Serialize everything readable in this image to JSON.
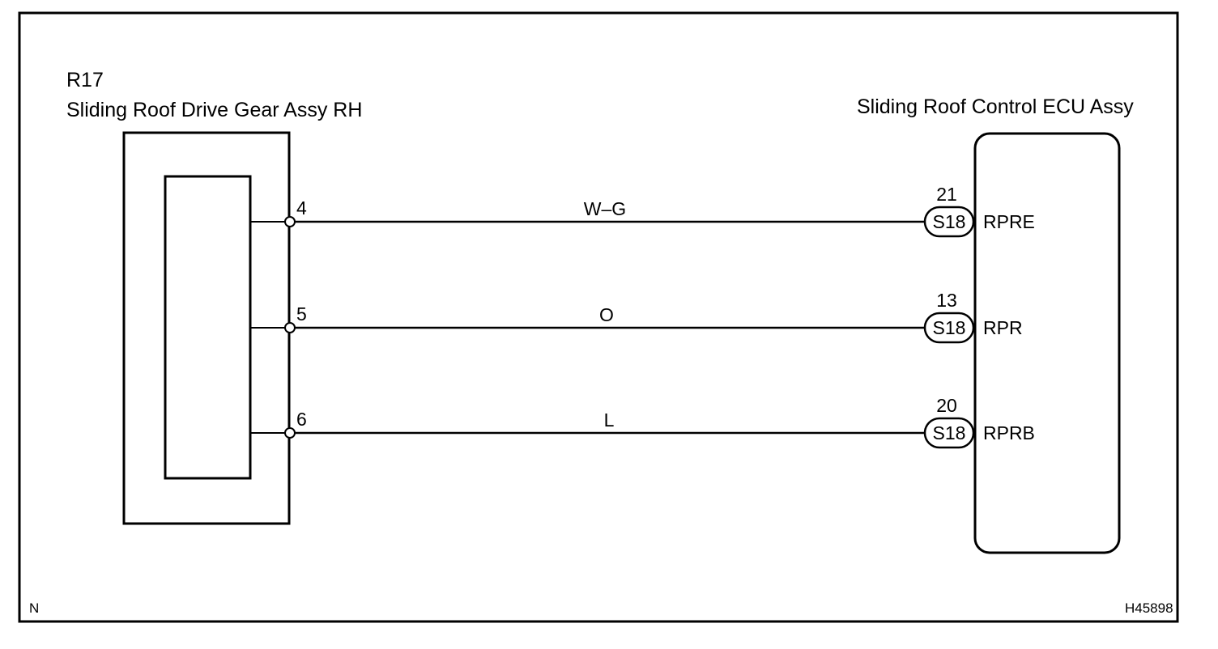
{
  "left_component": {
    "code": "R17",
    "name": "Sliding Roof Drive Gear Assy RH"
  },
  "right_component": {
    "name": "Sliding Roof Control ECU Assy"
  },
  "wires": [
    {
      "left_pin": "4",
      "color_code": "W–G",
      "connector": "S18",
      "right_pin": "21",
      "signal": "RPRE"
    },
    {
      "left_pin": "5",
      "color_code": "O",
      "connector": "S18",
      "right_pin": "13",
      "signal": "RPR"
    },
    {
      "left_pin": "6",
      "color_code": "L",
      "connector": "S18",
      "right_pin": "20",
      "signal": "RPRB"
    }
  ],
  "footer": {
    "corner_mark": "N",
    "figure_id": "H45898"
  }
}
